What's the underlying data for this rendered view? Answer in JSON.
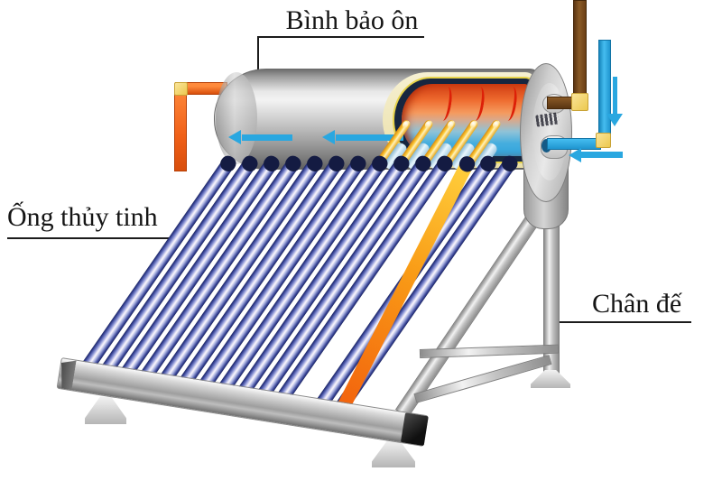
{
  "title": "Solar water heater diagram",
  "background": "#ffffff",
  "labels": {
    "tank": "Bình bảo ôn",
    "glass_tubes": "Ống thủy tinh",
    "stand": "Chân đế"
  },
  "diagram": {
    "glass_tube_count": 14,
    "orange_pipe_tube_index": 11,
    "heat_pipe_count": 5,
    "heat_wisp_count": 3,
    "flow_arrows": {
      "inside_tank_direction": "left",
      "inside_tank_count": 2,
      "cold_inlet_direction": "left",
      "cold_down_direction": "down"
    },
    "colors": {
      "hot_pipe_orange": "#f26a1e",
      "cold_water_blue": "#29a7e0",
      "glass_tube_navy": "#1c2560",
      "heat_pipe_yellow": "#ffcf43",
      "outlet_pipe_brown": "#7d4b1c",
      "fitting_yellow": "#ecc94f",
      "insulation_cream": "#f3ecc6",
      "inner_shell_navy": "#17263f",
      "hot_water_red": "#e04a16",
      "cold_water_light_blue": "#2fa3dc",
      "frame_steel": "#c9c9c9"
    }
  }
}
